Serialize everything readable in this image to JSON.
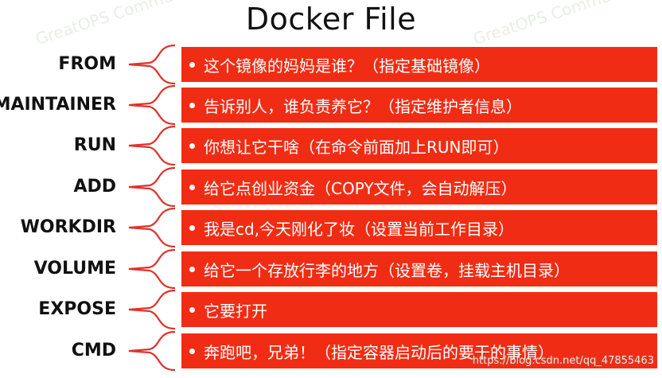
{
  "title": "Docker File",
  "colors": {
    "bar": "#f02d14",
    "brace": "#e0312a",
    "text": "#111111"
  },
  "rows": [
    {
      "label": "FROM",
      "text": "这个镜像的妈妈是谁？（指定基础镜像）"
    },
    {
      "label": "MAINTAINER",
      "text": "告诉别人，谁负责养它？（指定维护者信息）"
    },
    {
      "label": "RUN",
      "text": "你想让它干啥（在命令前面加上RUN即可）"
    },
    {
      "label": "ADD",
      "text": "给它点创业资金（COPY文件，会自动解压）"
    },
    {
      "label": "WORKDIR",
      "text": "我是cd,今天刚化了妆（设置当前工作目录）"
    },
    {
      "label": "VOLUME",
      "text": "给它一个存放行李的地方（设置卷，挂载主机目录）"
    },
    {
      "label": "EXPOSE",
      "text": "它要打开"
    },
    {
      "label": "CMD",
      "text": "奔跑吧，兄弟！（指定容器启动后的要干的事情）"
    }
  ],
  "watermark": {
    "brand": "GreatOPS Community",
    "credit": "https://blog.csdn.net/qq_47855463"
  }
}
